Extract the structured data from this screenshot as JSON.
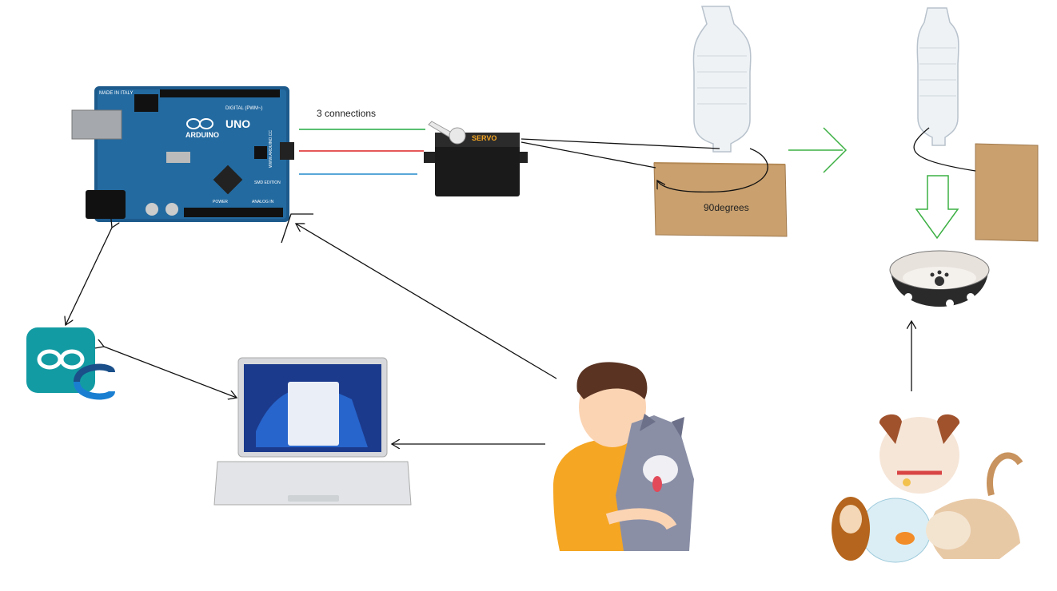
{
  "labels": {
    "connections": "3 connections",
    "rotation": "90degrees"
  },
  "board": {
    "made_in": "MADE IN ITALY",
    "brand": "ARDUINO",
    "model": "UNO",
    "digital_header": "DIGITAL (PWM~)",
    "analog_header": "ANALOG IN",
    "power_header": "POWER",
    "edition": "SMD EDITION",
    "url": "WWW.ARDUINO.CC"
  },
  "servo": {
    "label": "SERVO"
  },
  "colors": {
    "wire_green": "#22aa44",
    "wire_red": "#dd2222",
    "wire_blue": "#2288cc",
    "board": "#1d5a8c",
    "cardboard": "#c9a06e",
    "arrow_green": "#3cb043",
    "ide_teal": "#139ba3",
    "laptop": "#d6d8db",
    "shirt": "#f5a623",
    "dog_grey": "#8a8fa6"
  },
  "icons": [
    "arduino-board-icon",
    "servo-motor-icon",
    "water-bottle-icon",
    "cardboard-flap-icon",
    "pet-bowl-icon",
    "arduino-ide-icon",
    "laptop-icon",
    "owner-with-dog-icon",
    "pets-group-icon"
  ]
}
